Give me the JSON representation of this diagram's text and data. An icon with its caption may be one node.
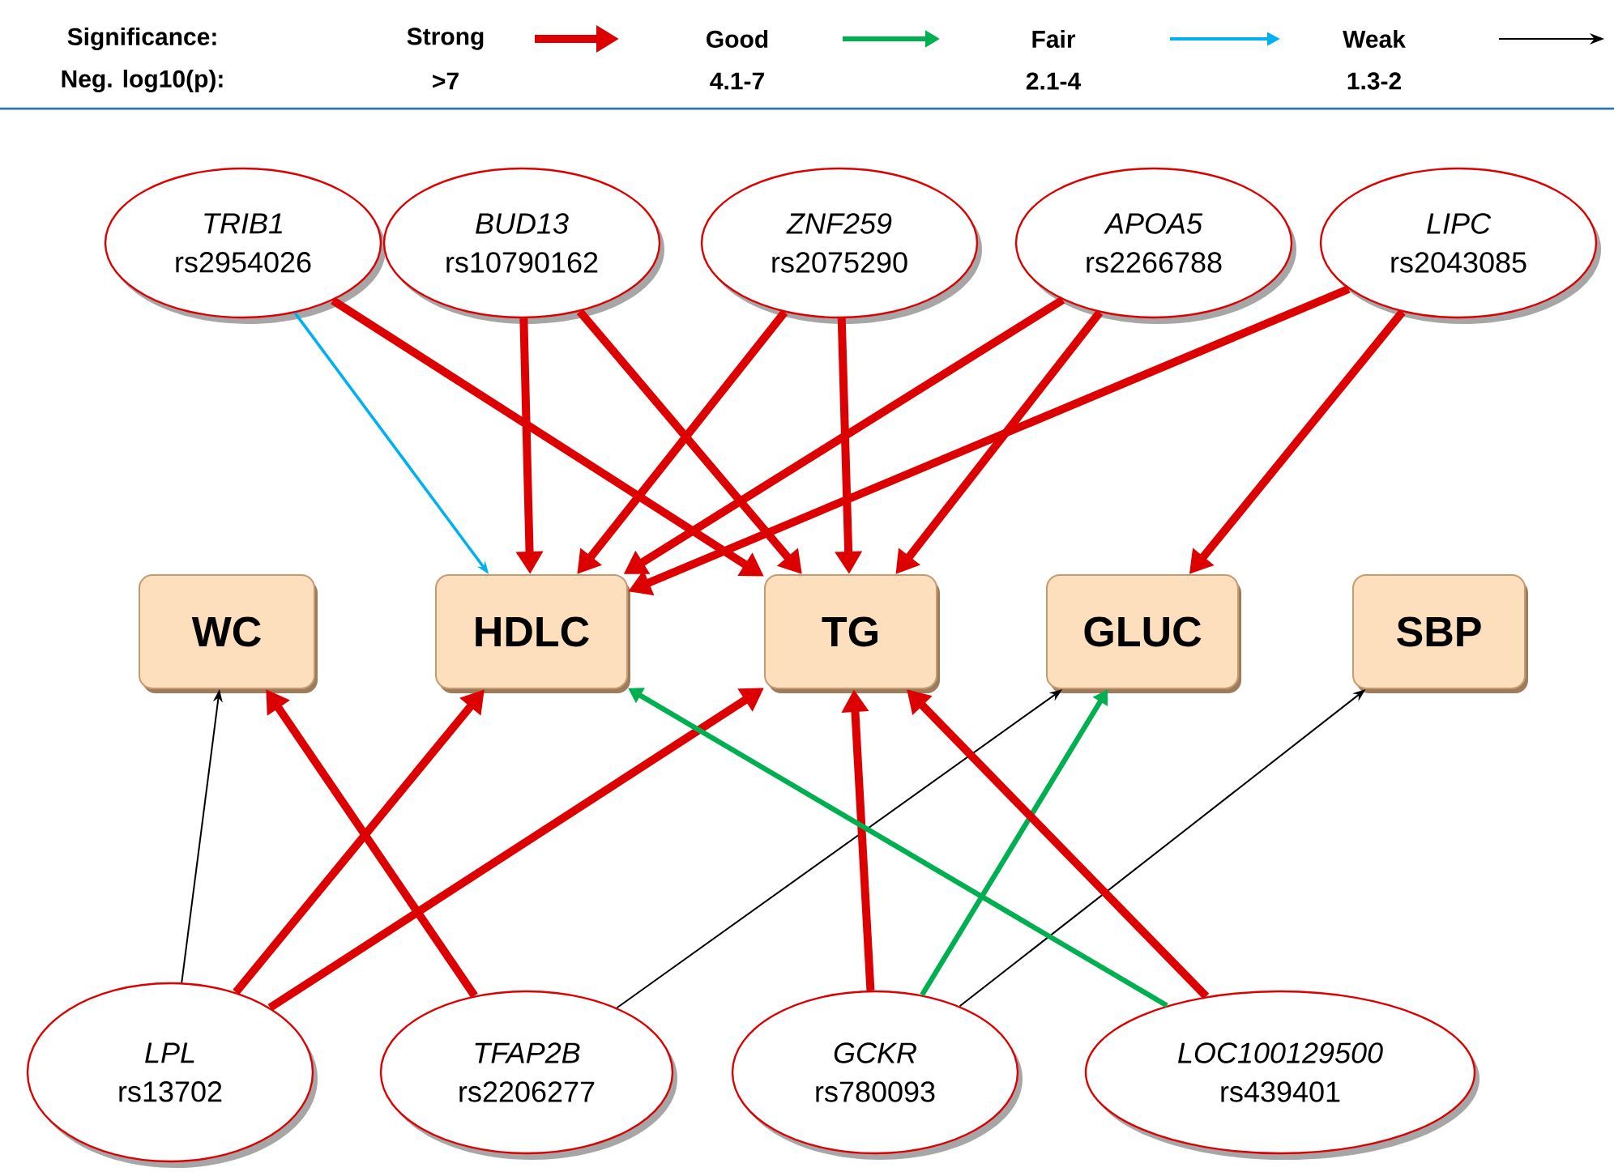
{
  "diagram": {
    "nodes": [
      {
        "text": [
          "TRIB1",
          "rs2954026"
        ]
      },
      {
        "text": [
          "BUD13",
          "rs10790162"
        ]
      },
      {
        "text": [
          "ZNF259",
          "rs2075290"
        ]
      },
      {
        "text": [
          "APOA5",
          "rs2266788"
        ]
      },
      {
        "text": [
          "LIPC",
          "rs2043085"
        ]
      },
      {
        "text": [
          "WC"
        ]
      },
      {
        "text": [
          "HDLC"
        ]
      },
      {
        "text": [
          "TG"
        ]
      },
      {
        "text": [
          "GLUC"
        ]
      },
      {
        "text": [
          "SBP"
        ]
      },
      {
        "text": [
          "LPL",
          "rs13702"
        ]
      },
      {
        "text": [
          "TFAP2B",
          "rs2206277"
        ]
      },
      {
        "text": [
          "GCKR",
          "rs780093"
        ]
      },
      {
        "text": [
          "LOC100129500",
          "rs439401"
        ]
      }
    ],
    "edges": [
      {
        "from": 0,
        "to": 6,
        "arrow": "to",
        "color": "#00b0f0"
      },
      {
        "from": 0,
        "to": 7,
        "arrow": "to"
      },
      {
        "from": 1,
        "to": 6,
        "arrow": "to"
      },
      {
        "from": 1,
        "to": 7,
        "arrow": "to"
      },
      {
        "from": 2,
        "to": 6,
        "arrow": "to"
      },
      {
        "from": 2,
        "to": 7,
        "arrow": "to"
      },
      {
        "from": 3,
        "to": 6,
        "arrow": "to"
      },
      {
        "from": 3,
        "to": 7,
        "arrow": "to"
      },
      {
        "from": 4,
        "to": 6,
        "arrow": "to"
      },
      {
        "from": 4,
        "to": 8,
        "arrow": "to"
      },
      {
        "from": 10,
        "to": 5,
        "arrow": "to",
        "color": "#000000"
      },
      {
        "from": 10,
        "to": 6,
        "arrow": "to"
      },
      {
        "from": 10,
        "to": 7,
        "arrow": "to"
      },
      {
        "from": 11,
        "to": 5,
        "arrow": "to"
      },
      {
        "from": 11,
        "to": 8,
        "arrow": "to",
        "color": "#000000"
      },
      {
        "from": 12,
        "to": 7,
        "arrow": "to"
      },
      {
        "from": 12,
        "to": 8,
        "arrow": "to",
        "color": "#00b050"
      },
      {
        "from": 12,
        "to": 9,
        "arrow": "to",
        "color": "#000000"
      },
      {
        "from": 13,
        "to": 7,
        "arrow": "to"
      },
      {
        "from": 13,
        "to": 6,
        "arrow": "to",
        "color": "#00b050"
      }
    ],
    "labels": [
      "Significance:",
      "Neg. log10(p):",
      ">7",
      "4.1-7",
      "2.1-4",
      "1.3-2"
    ],
    "legend": [
      {
        "text": "Strong"
      },
      {
        "text": "Good"
      },
      {
        "text": "Fair"
      },
      {
        "text": "Weak"
      }
    ]
  }
}
